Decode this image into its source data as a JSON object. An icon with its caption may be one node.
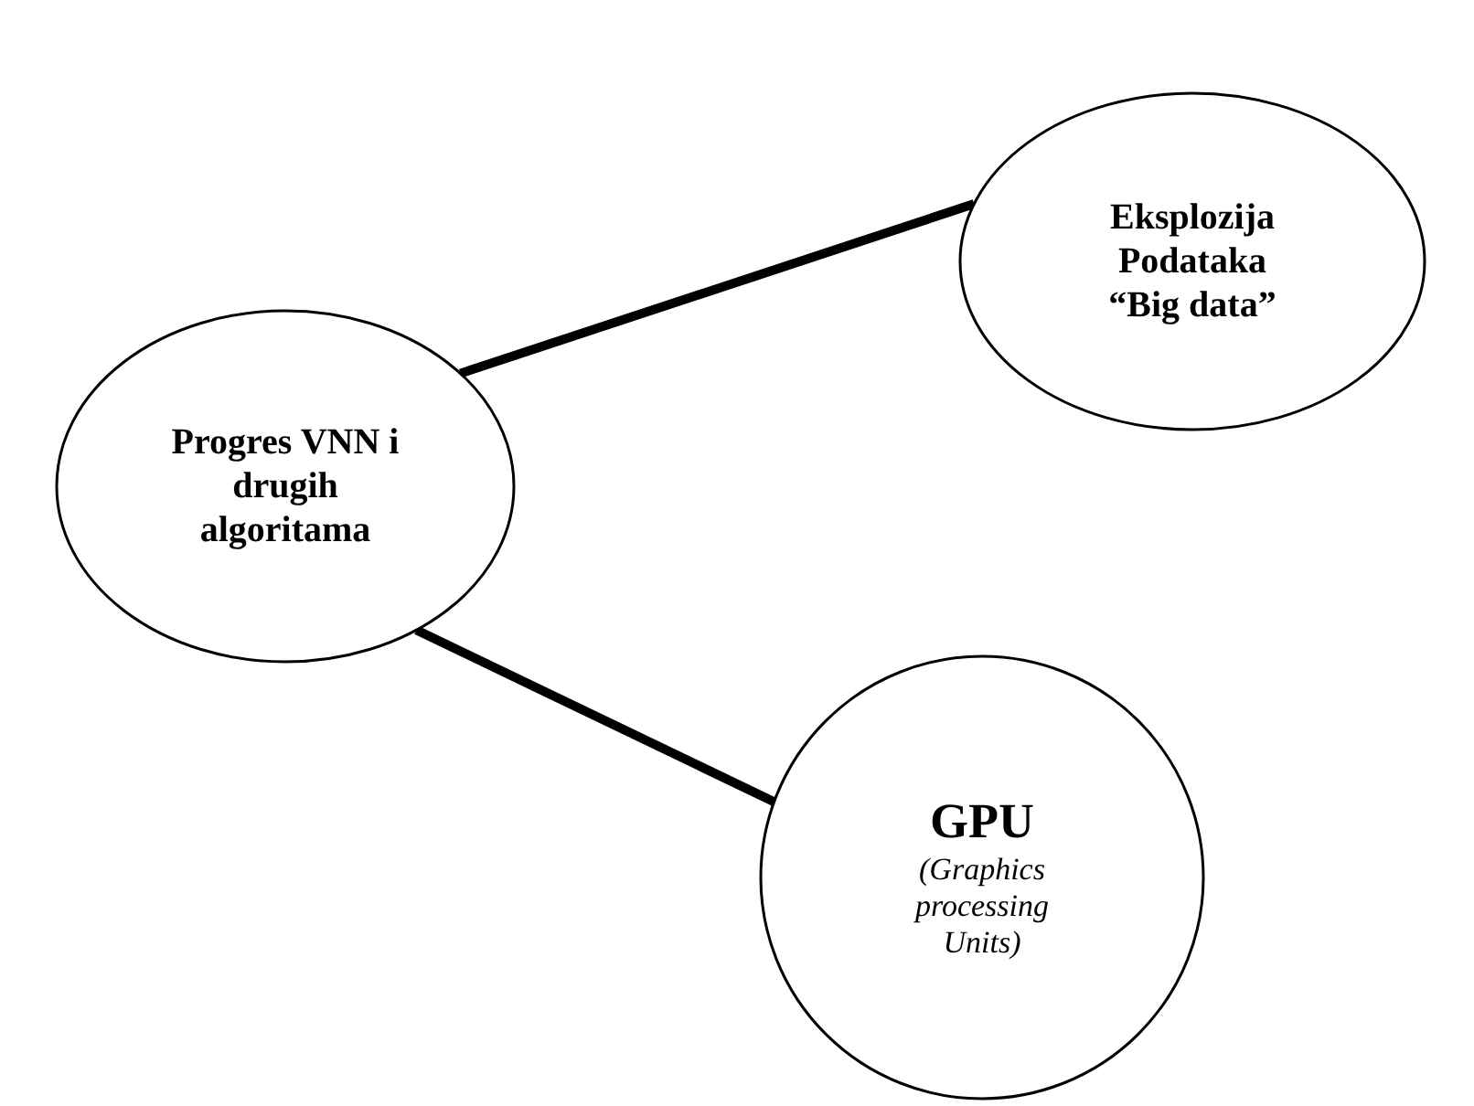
{
  "diagram": {
    "nodes": [
      {
        "text": [
          "Progres VNN i drugih algoritama"
        ]
      },
      {
        "text": [
          "Eksplozija Podataka “Big data”"
        ]
      },
      {
        "text": [
          "GPU",
          "(Graphics processing Units)"
        ]
      }
    ],
    "edges": [
      {
        "from": 0,
        "to": 1,
        "arrow": "none"
      },
      {
        "from": 0,
        "to": 2,
        "arrow": "none"
      }
    ]
  }
}
